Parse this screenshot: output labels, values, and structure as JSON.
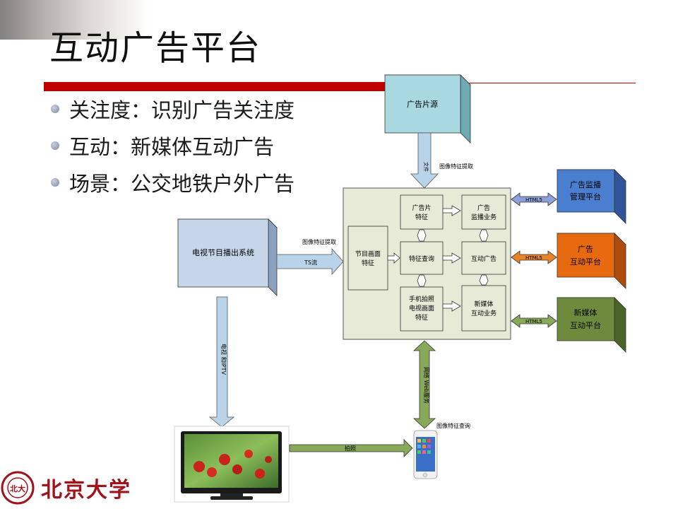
{
  "slide": {
    "title": "互动广告平台",
    "bullets": [
      "关注度：识别广告关注度",
      "互动：新媒体互动广告",
      "场景：公交地铁户外广告"
    ],
    "logo_text": "北京大学"
  },
  "diagram": {
    "ad_source": "广告片源",
    "tv_system": "电视节目播出系统",
    "ad_feature_line1": "广告片",
    "ad_feature_line2": "特征",
    "monitor_line1": "广告",
    "monitor_line2": "监播业务",
    "program_line1": "节目画面",
    "program_line2": "特征",
    "feature_query": "特征查询",
    "interactive_ad": "互动广告",
    "phone_capture_line1": "手机拍照",
    "phone_capture_line2": "电视画面",
    "phone_capture_line3": "特征",
    "new_media_line1": "新媒体",
    "new_media_line2": "互动业务",
    "platform_monitor_line1": "广告监播",
    "platform_monitor_line2": "管理平台",
    "platform_interactive_line1": "广告",
    "platform_interactive_line2": "互动平台",
    "platform_newmedia_line1": "新媒体",
    "platform_newmedia_line2": "互动平台",
    "html5": "HTML5",
    "file_label": "文件",
    "extract_label_top": "图像特征提取",
    "extract_label_mid": "图像特征提取",
    "ts_label": "TS流",
    "cable_label": "电视 和IPTV",
    "network_label": "网络 Web服务",
    "query_label": "图像特征查询",
    "photo_label": "拍照"
  },
  "colors": {
    "accent_red": "#c00000",
    "box_cyan": "#a8d8e0",
    "box_blue": "#4a7fd0",
    "box_orange": "#e86a10",
    "box_green": "#6e8b3d",
    "panel": "#e8ead8"
  }
}
